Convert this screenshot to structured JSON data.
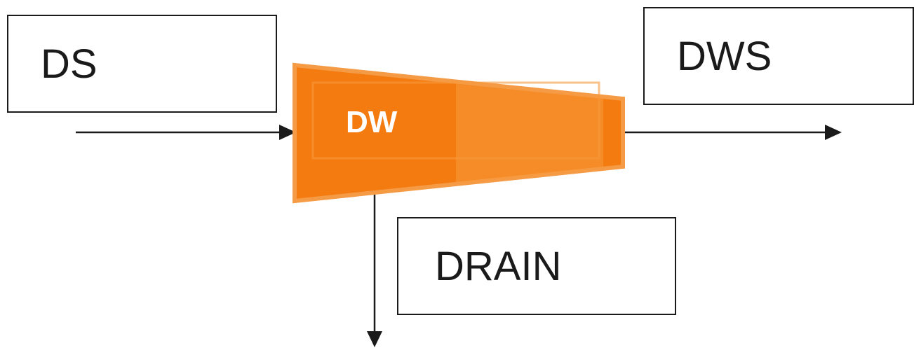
{
  "diagram": {
    "nodes": {
      "ds": {
        "label": "DS"
      },
      "dws": {
        "label": "DWS"
      },
      "drain": {
        "label": "DRAIN"
      },
      "dw": {
        "label": "DW"
      }
    },
    "edges": [
      {
        "from": "ds",
        "to": "dw"
      },
      {
        "from": "dw",
        "to": "dws"
      },
      {
        "from": "dw",
        "to": "drain"
      }
    ],
    "colors": {
      "dw_fill": "#f47b10",
      "dw_outline": "#f59a45",
      "dw_inner_band": "#f79a3c",
      "line": "#1a1a1a",
      "box_border": "#1a1a1a",
      "dw_text": "#ffffff"
    }
  }
}
